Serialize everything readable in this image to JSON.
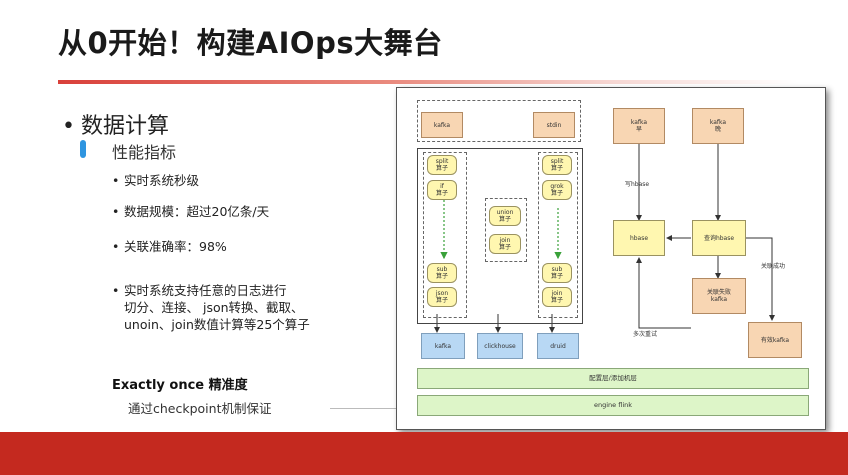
{
  "slide": {
    "title": "从0开始！构建AIOps大舞台",
    "section": "数据计算",
    "subhead": "性能指标",
    "bullets": [
      "实时系统秒级",
      "数据规模：超过20亿条/天",
      "关联准确率：98%",
      "实时系统支持任意的日志进行",
      "切分、连接、 json转换、截取、",
      "unoin、join数值计算等25个算子"
    ],
    "exactly_en": "Exactly once",
    "exactly_cn": "精准度",
    "checkpoint": "通过checkpoint机制保证"
  },
  "colors": {
    "accent_red": "#c4291f",
    "accent_blue": "#2e95e0"
  },
  "diagram": {
    "source_kafka": "kafka",
    "source_stdin": "stdin",
    "left_col": [
      [
        "split",
        "算子"
      ],
      [
        "if",
        "算子"
      ],
      [
        "sub",
        "算子"
      ],
      [
        "json",
        "算子"
      ]
    ],
    "mid_col": [
      [
        "union",
        "算子"
      ],
      [
        "join",
        "算子"
      ]
    ],
    "right_col": [
      [
        "split",
        "算子"
      ],
      [
        "grok",
        "算子"
      ],
      [
        "sub",
        "算子"
      ],
      [
        "join",
        "算子"
      ]
    ],
    "sinks": [
      "kafka",
      "clickhouse",
      "druid"
    ],
    "kafka_early": [
      "kafka",
      "早"
    ],
    "kafka_late": [
      "kafka",
      "晚"
    ],
    "hbase": "hbase",
    "query_hbase": "查询hbase",
    "write_hbase": "写hbase",
    "fail_kafka": [
      "关联失败",
      "kafka"
    ],
    "success_kafka": "有效kafka",
    "assoc_success": "关联成功",
    "retry": "多次重试",
    "config_layer": "配置层/添加机层",
    "engine": "engine flink"
  }
}
